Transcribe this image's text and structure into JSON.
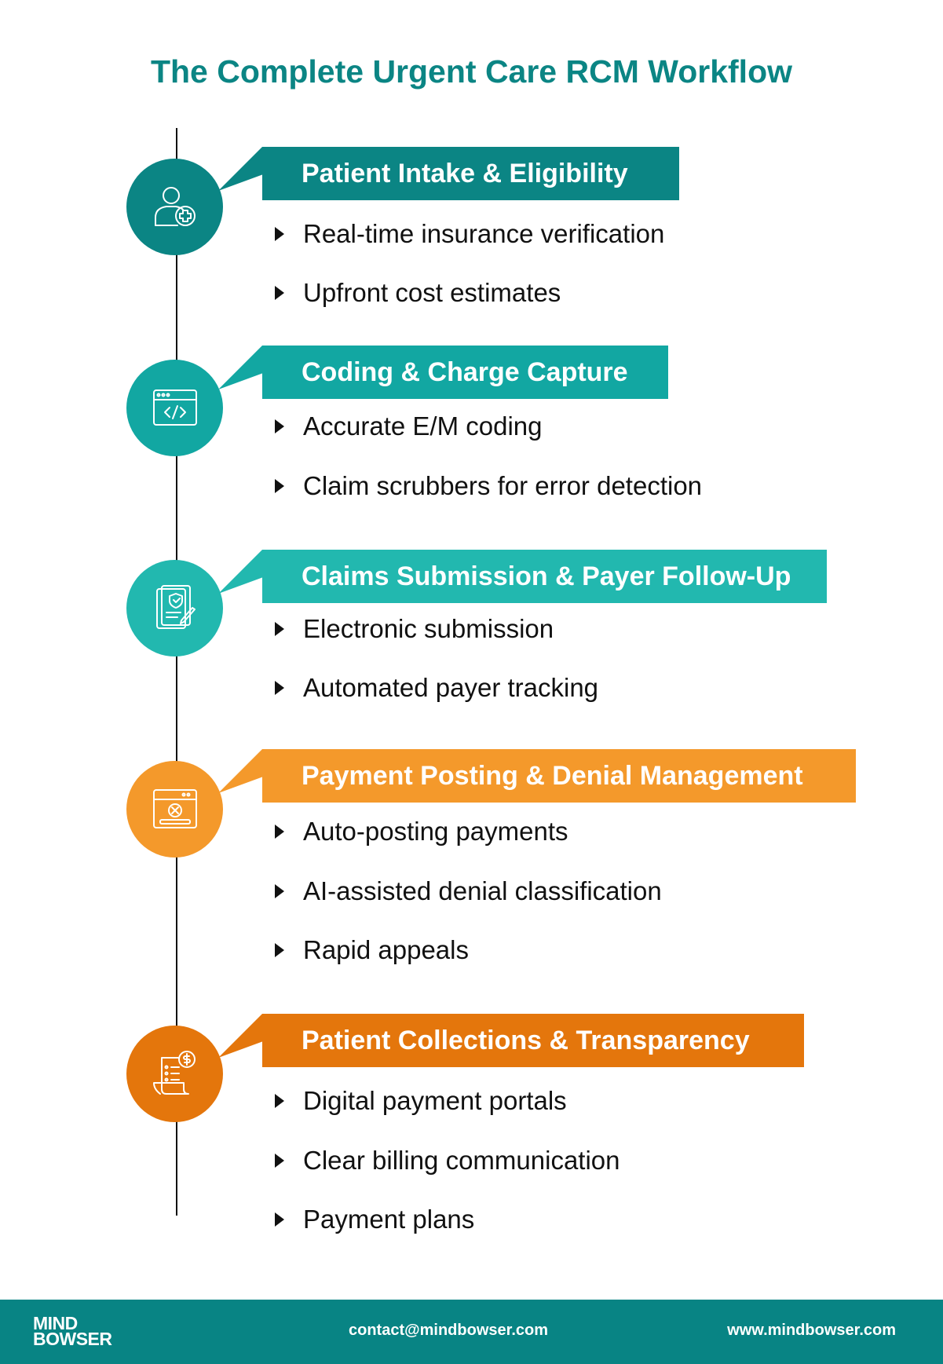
{
  "title": "The Complete Urgent Care RCM Workflow",
  "steps": [
    {
      "title": "Patient Intake & Eligibility",
      "color": "#0b8584",
      "icon": "patient-add-icon",
      "items": [
        "Real-time insurance verification",
        "Upfront cost estimates"
      ]
    },
    {
      "title": "Coding & Charge Capture",
      "color": "#12a7a2",
      "icon": "code-window-icon",
      "items": [
        "Accurate E/M coding",
        "Claim scrubbers for error detection"
      ]
    },
    {
      "title": "Claims Submission & Payer Follow-Up",
      "color": "#22b8af",
      "icon": "document-sign-icon",
      "items": [
        "Electronic submission",
        "Automated payer tracking"
      ]
    },
    {
      "title": "Payment Posting & Denial Management",
      "color": "#f4992b",
      "icon": "payment-denied-icon",
      "items": [
        "Auto-posting payments",
        "AI-assisted denial classification",
        "Rapid appeals"
      ]
    },
    {
      "title": "Patient Collections & Transparency",
      "color": "#e4760c",
      "icon": "invoice-dollar-icon",
      "items": [
        "Digital payment portals",
        "Clear billing communication",
        "Payment plans"
      ]
    }
  ],
  "footer": {
    "logo_line1": "MIND",
    "logo_line2": "BOWSER",
    "email": "contact@mindbowser.com",
    "website": "www.mindbowser.com"
  }
}
